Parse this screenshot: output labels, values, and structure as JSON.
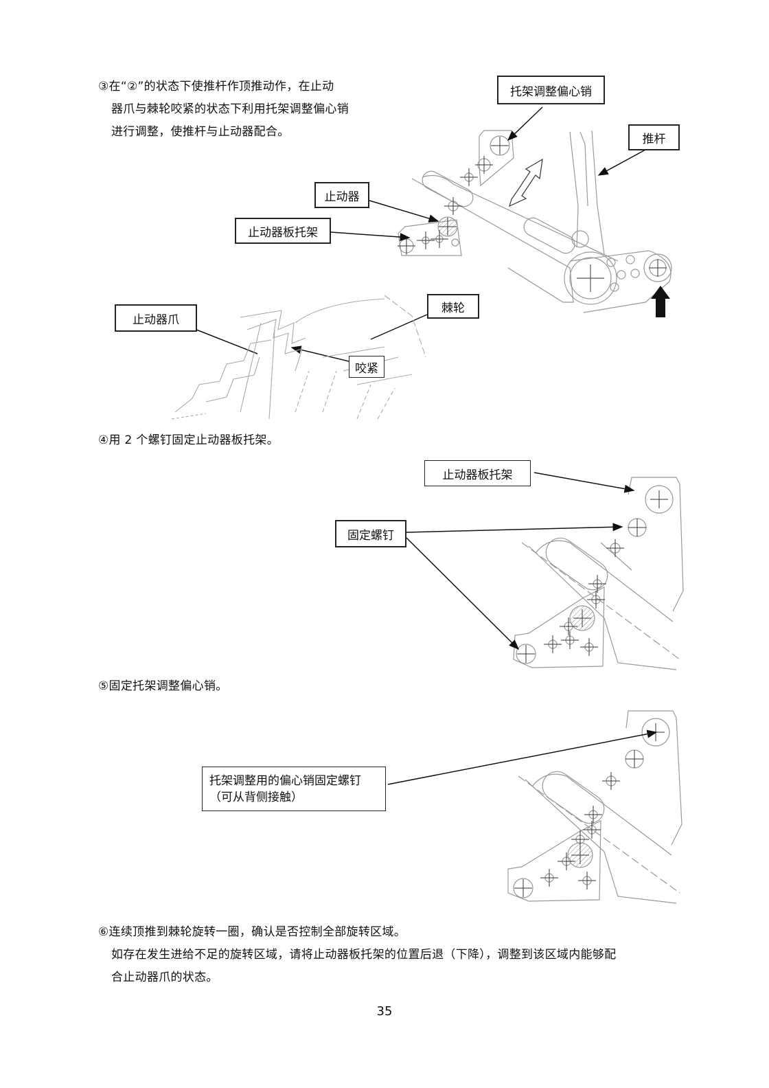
{
  "step3": {
    "line1": "③在“②”的状态下使推杆作顶推动作，在止动",
    "line2": "器爪与棘轮咬紧的状态下利用托架调整偏心销",
    "line3": "进行调整，使推杆与止动器配合。"
  },
  "fig1_labels": {
    "bracket_eccentric_pin": "托架调整偏心销",
    "push_rod": "推杆",
    "stopper": "止动器",
    "stopper_plate_bracket": "止动器板托架",
    "stopper_pawl": "止动器爪",
    "ratchet_wheel": "棘轮",
    "engage": "咬紧"
  },
  "step4": {
    "text": "④用 2 个螺钉固定止动器板托架。"
  },
  "fig2_labels": {
    "stopper_plate_bracket": "止动器板托架",
    "fixing_screw": "固定螺钉"
  },
  "step5": {
    "text": "⑤固定托架调整偏心销。"
  },
  "fig3_labels": {
    "line1": "托架调整用的偏心销固定螺钉",
    "line2": "（可从背侧接触）"
  },
  "step6": {
    "line1": "⑥连续顶推到棘轮旋转一圈，确认是否控制全部旋转区域。",
    "line2": "如存在发生进给不足的旋转区域，请将止动器板托架的位置后退（下降），调整到该区域内能够配",
    "line3": "合止动器爪的状态。"
  },
  "page_number": "35"
}
